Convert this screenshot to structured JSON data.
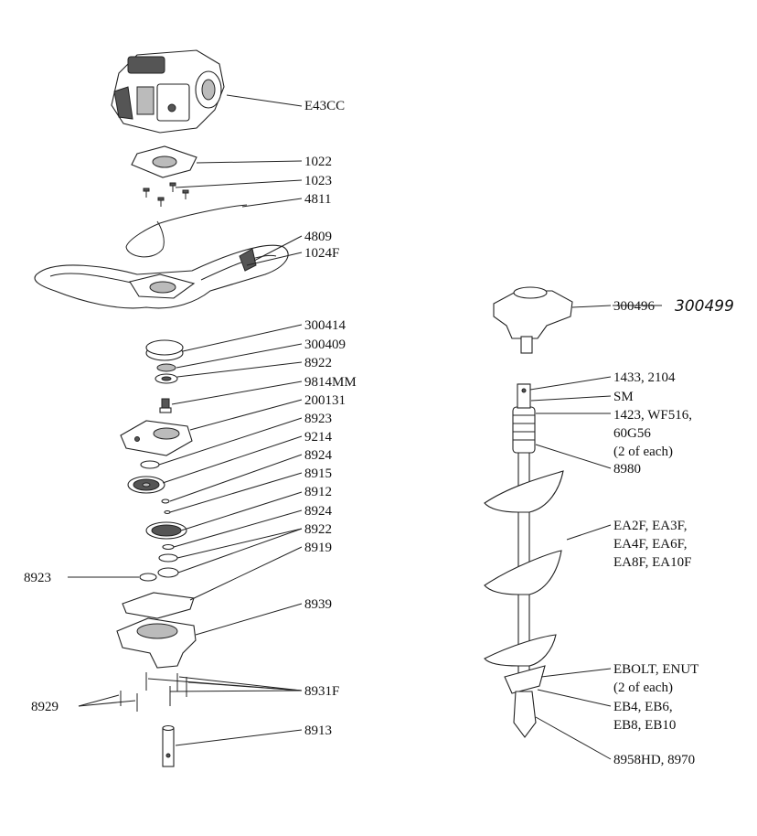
{
  "labels": {
    "e43cc": "E43CC",
    "p1022": "1022",
    "p1023": "1023",
    "p4811": "4811",
    "p4809": "4809",
    "p1024f": "1024F",
    "p300414": "300414",
    "p300409": "300409",
    "p8922a": "8922",
    "p9814mm": "9814MM",
    "p200131": "200131",
    "p8923a": "8923",
    "p9214": "9214",
    "p8924a": "8924",
    "p8915": "8915",
    "p8912": "8912",
    "p8924b": "8924",
    "p8922b": "8922",
    "p8919": "8919",
    "p8923b": "8923",
    "p8939": "8939",
    "p8929": "8929",
    "p8931f": "8931F",
    "p8913": "8913",
    "p300496": "300496",
    "p300499": "300499",
    "p1433": "1433, 2104",
    "psm": "SM",
    "p1423_l1": "1423, WF516,",
    "p1423_l2": "60G56",
    "p1423_l3": "(2 of each)",
    "p8980": "8980",
    "pea_l1": "EA2F, EA3F,",
    "pea_l2": "EA4F, EA6F,",
    "pea_l3": "EA8F, EA10F",
    "pebolt_l1": "EBOLT, ENUT",
    "pebolt_l2": "(2 of each)",
    "peb_l1": "EB4, EB6,",
    "peb_l2": "EB8, EB10",
    "p8958": "8958HD, 8970"
  }
}
